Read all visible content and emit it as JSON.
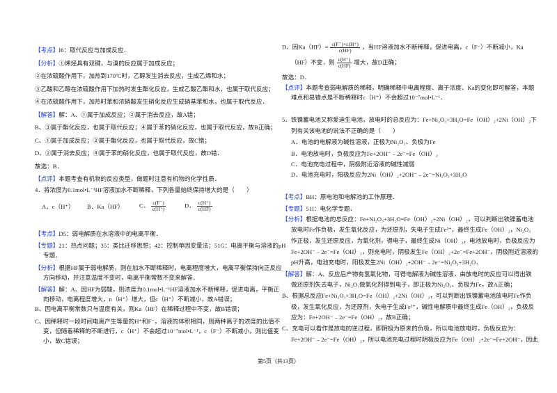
{
  "left": {
    "q3": {
      "kaodian": {
        "label": "【考点】",
        "text": "I6：取代反应与加成反应．"
      },
      "fenxi": {
        "label": "【分析】",
        "lines": [
          "①烯烃具有双键，与溴的反应属于加成反应；",
          "②在浓硫酸作用下，加热到170ºC时，乙醇发生消去反应，生成乙烯和水；",
          "③乙酸和乙醇在浓硫酸作用下加热时发生酯化反应，生成乙酸乙酯和水，也属于取代反应；",
          "④在浓硫酸作用下，加热时苯和浓硝酸发生硝化反应生成硝基苯和水，也属于取代反应．"
        ]
      },
      "jieda": {
        "label": "【解答】",
        "lines": [
          "解：A、①属于加成反应；②属于消去反应，故A错；",
          "B、③属于酯化反应，也属于取代反应；④属于苯的硝化反应，也属于取代反应，故B正确；",
          "C、①属于加成反应；③属于酯化反应，也属于取代反应，故C错；",
          "D、②属于消去反应；④属于苯的硝化反应，也属于取代反应，故D错．",
          "故选：B．"
        ]
      },
      "dianping": {
        "label": "【点评】",
        "text": "本题考查有机物的反应类型，做题时注意有机物的化学性质．"
      }
    },
    "q4": {
      "question": "4．将浓度为0.1mol•L⁻¹HF溶液加水不断稀释，下列各量始终保持增大的是（　　）",
      "options": {
        "A": "A．c（H⁺）",
        "B": "B．Ka（HF）",
        "C_label": "C．",
        "C_num": "c(F⁻)",
        "C_den": "c(H⁺)",
        "D_label": "D．",
        "D_num": "c(H⁺)",
        "D_den": "c(HF)"
      },
      "kaodian": {
        "label": "【考点】",
        "text": "D5：弱电解质在水溶液中的电离平衡．"
      },
      "zhuanti": {
        "label": "【专题】",
        "lines": [
          "21：热点问题；35：类比迁移思想；42：控制单因变量法；51G：电离平衡与溶液的pH",
          "专题．"
        ]
      },
      "fenxi": {
        "label": "【分析】",
        "lines": [
          "根据HF属于弱电解质，则在加水不断稀释时，电离程度增大，电离平衡保持向正反应",
          "方向移动，并注意温度不变时，电离平衡常数不变来解答．"
        ]
      },
      "jieda": {
        "label": "【解答】",
        "lines": [
          "解：A、因HF为弱酸，则浓度为0.1mol•L⁻¹HF溶液加水不断稀释，促进电离，平衡正",
          "向移动，电离程度增大，n（H⁺）增大，但c（H⁺）不断减小，故A错误；",
          "B、因电离平衡常数只与温度有关，则Ka（HF）在稀释过程中不变，故B错误；",
          "C、因稀释时一段时间电离产生等量的H⁺和F⁻，溶液的体积相同，则两种离子的浓度的比值不",
          "变，但随着稀释的不断进行，c（H⁺）不会超过10⁻⁷mol•L⁻¹，c（F⁻）不断减小，则比值变",
          "小，故C错误；"
        ]
      }
    }
  },
  "right": {
    "q4_cont": {
      "d_line1_a": "D、因Ka（HF）=",
      "d_frac1_num": "c(F⁻)×c(H⁺)",
      "d_frac1_den": "c(HF)",
      "d_line1_b": "，当HF溶液加水不断稀释，促进电离，c（F⁻）不断减小，Ka",
      "d_line2_a": "（HF）不变，则",
      "d_frac2_num": "c(H⁺)",
      "d_frac2_den": "c(HF)",
      "d_line2_b": "增大，故D正确；",
      "answer": "故选：D．",
      "dianping": {
        "label": "【点评】",
        "lines": [
          "本题考查弱电解质的稀释，明确稀释中电离程度、离子浓度、Ka的变化即可解答，本题",
          "难点和易错点是不断稀释时c（H⁺）不会超过10⁻⁷mol•L⁻¹．"
        ]
      }
    },
    "q5": {
      "question": [
        "5．铁镍蓄电池又称爱迪生电池，放电时的总反应为：Fe+Ni₂O₃+3H₂O=Fe（OH）₂+2Ni（OH）₂下",
        "列有关该电池的说法不正确的是（　　）"
      ],
      "options": [
        "A．电池的电解液为碱性溶液，正极为Ni₂O₃、负极为Fe",
        "B．电池放电时，负极反应为Fe+2OH⁻﹣2e⁻=Fe（OH）₂",
        "C．电池充电过程中，阴极附近溶液的碱性减弱",
        "D．电池充电时，阳极反应为2Ni（OH）₂+2OH⁻﹣2e⁻=Ni₂O₃+3H₂O"
      ],
      "kaodian": {
        "label": "【考点】",
        "text": "BH：原电池和电解池的工作原理．"
      },
      "zhuanti": {
        "label": "【专题】",
        "text": "51I：电化学专题．"
      },
      "fenxi": {
        "label": "【分析】",
        "lines": [
          "根据电池的总反应：Fe+Ni₂O₃+3H₂O=Fe（OH）₂+2Ni（OH）₂，可以判断出铁镍蓄电池",
          "放电时Fe作负极，发生氧化反应，为还原剂，失电子生成Fe²⁺，最终生成Fe（OH）₂，Ni₂O₃",
          "作正极，发生还原反应，为氧化剂，得电子，最终生成Ni（OH）₂，电池放电时，负极反应为",
          "Fe+2OH⁻﹣2e⁻=Fe（OH）₂，则充电时，阴极发生Fe（OH）₂+2e⁻=Fe+2OH⁻，阴极附近溶液的",
          "pH升高，电池充电时，阳极发生2Ni（OH）₂+2OH⁻﹣2e⁻=Ni₂O₃+3H₂O．"
        ]
      },
      "jieda": {
        "label": "【解答】",
        "lines": [
          "解：A、反应后产物有氢氧化物，可得电解液为碱性溶液，由放电时的反应可以得出铁",
          "做还原剂失去电子，Ni₂O₃做氧化剂得到电子，即正极为Ni₂O₃、负极为Fe，故A正确；",
          "B、根据总反应Fe+Ni₂O₃+3H₂O=Fe（OH）₂+2Ni（OH）₂，可以判断出铁镍蓄电池放电时Fe作负",
          "极，发生氧化反应，为还原剂，失电子生成Fe²⁺，碱性电解质中最终生成Fe（OH）₂，负极反",
          "应为：Fe+2OH⁻﹣2e⁻=Fe（OH）₂，故B正确；",
          "C、充电可以看作是放电的逆过程，即阴极为原来的负极，所以电池放电时，负极反应为：",
          "Fe+2OH⁻﹣2e⁻=Fe（OH）₂，所以电池充电过程时阴极反应为Fe（OH）₂+2e⁻=Fe+2OH⁻，因此"
        ]
      }
    }
  },
  "footer": "第5页（共13页）"
}
